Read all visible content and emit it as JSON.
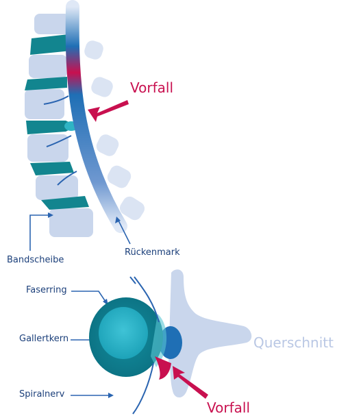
{
  "labels": {
    "herniation_top": "Vorfall",
    "herniation_bottom": "Vorfall",
    "intervertebral_disc": "Bandscheibe",
    "spinal_cord": "Rückenmark",
    "annulus": "Faserring",
    "nucleus": "Gallertkern",
    "spinal_nerve": "Spiralnerv",
    "cross_section": "Querschnitt"
  },
  "colors": {
    "bone": "#c9d6ec",
    "disc": "#12858f",
    "cord": "#1f6fb5",
    "herniation": "#c8104f",
    "label": "#1b3f7a",
    "cross_section_title": "#b9c7e4",
    "nerve": "#2a64b0"
  }
}
